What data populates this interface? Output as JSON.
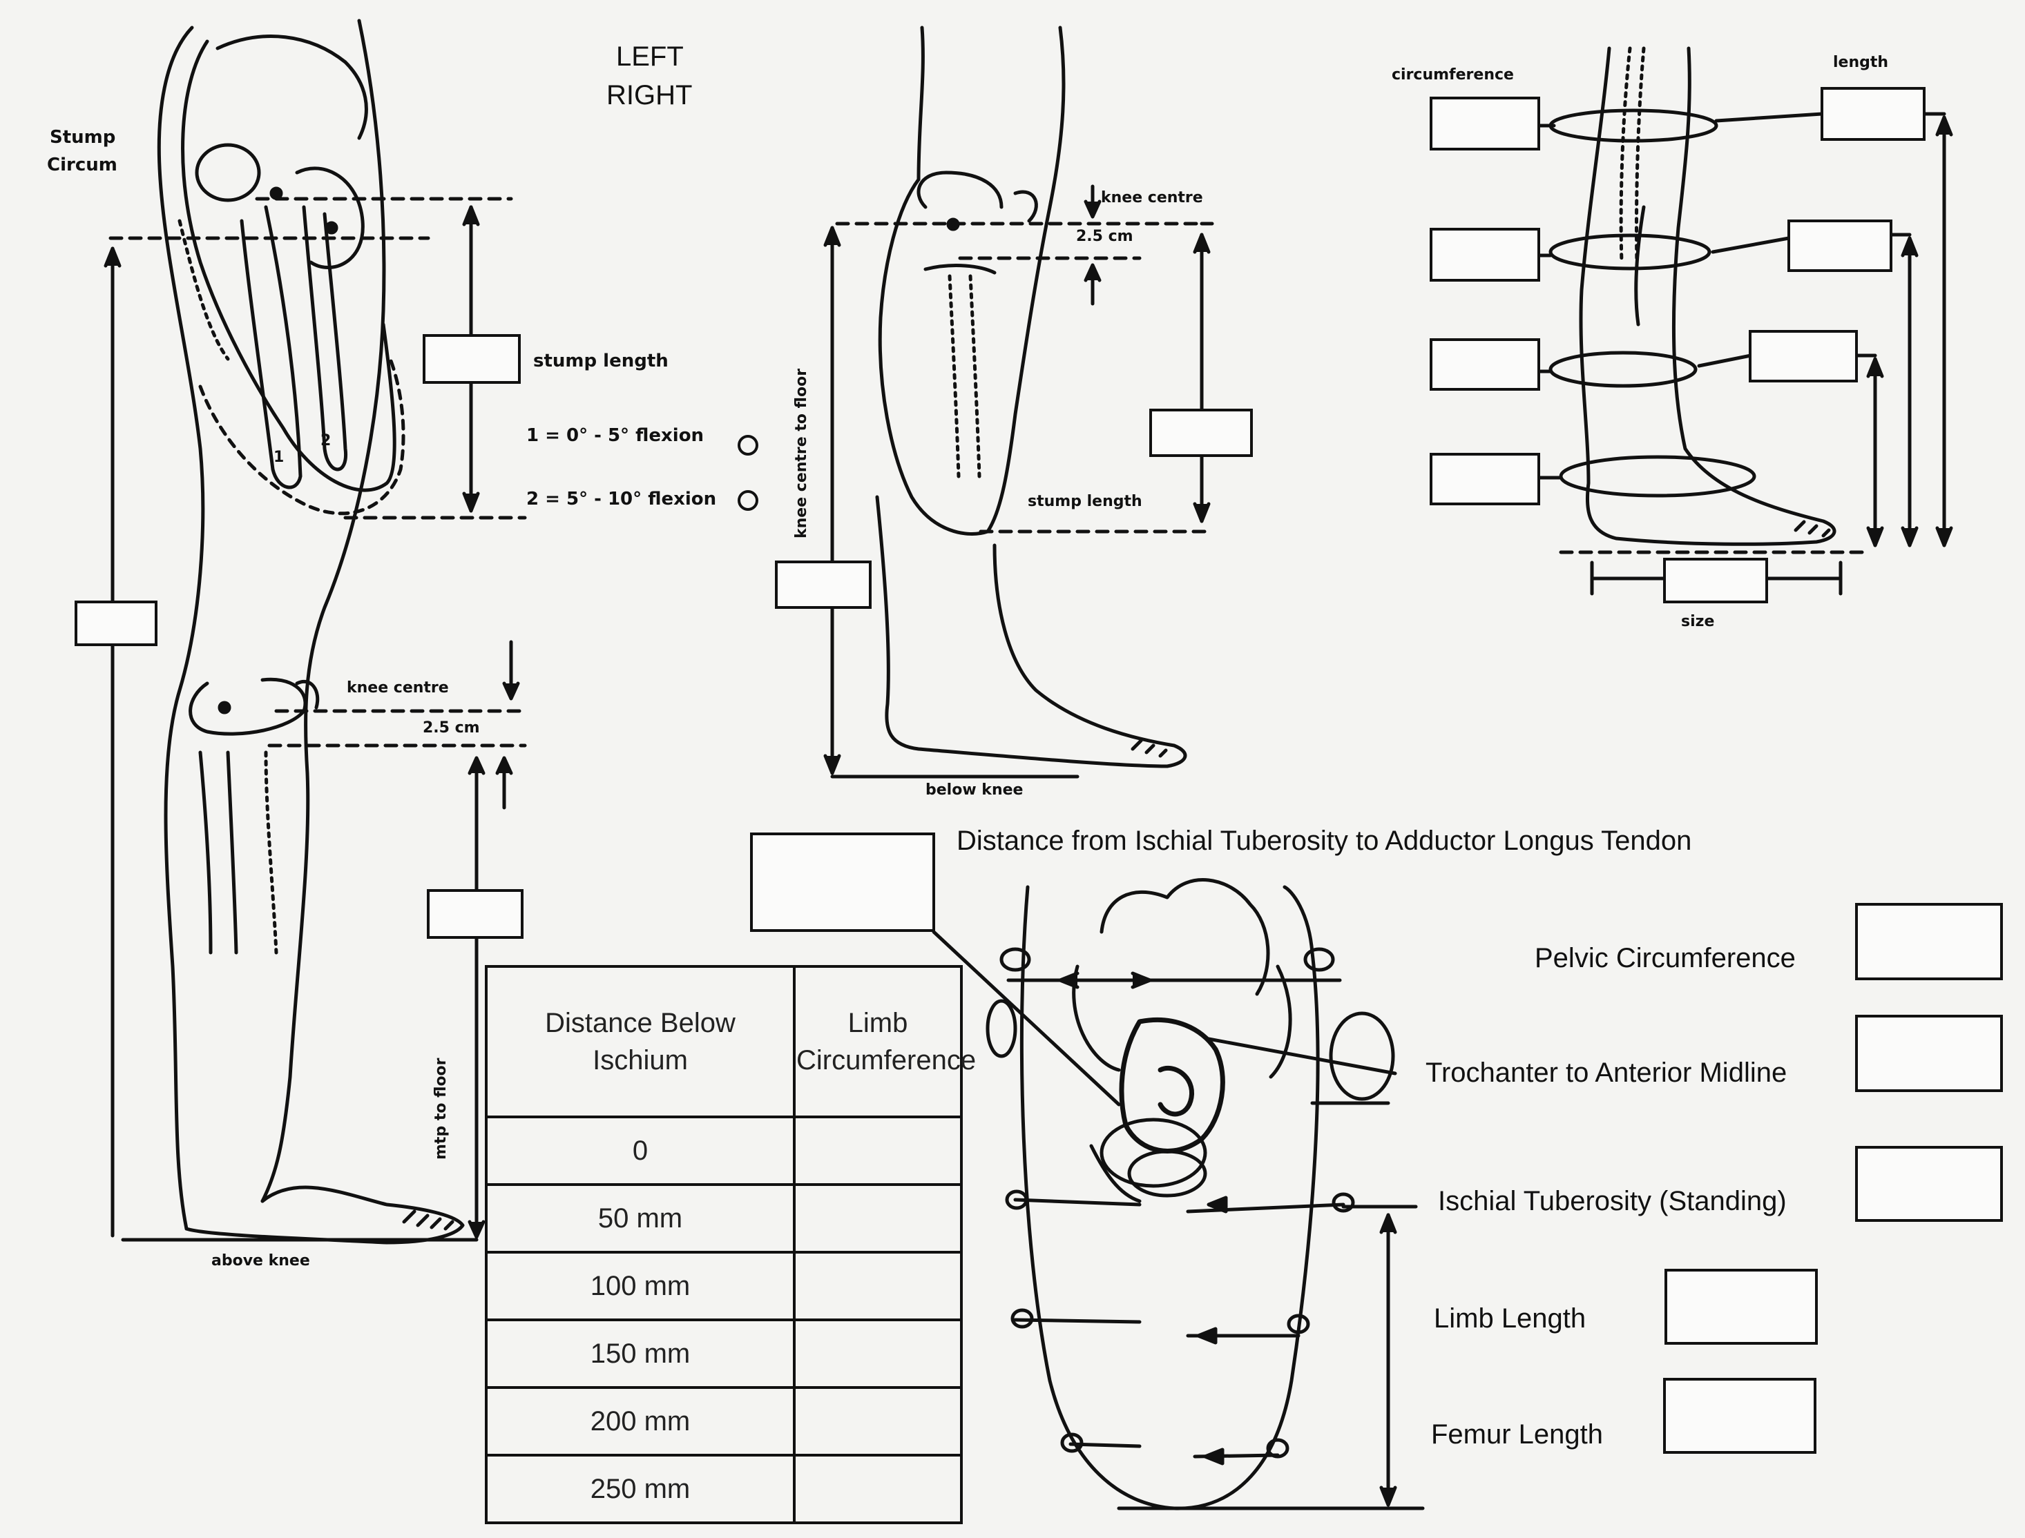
{
  "side_options": [
    "LEFT",
    "RIGHT"
  ],
  "above_knee": {
    "stump_circum": [
      "Stump",
      "Circum"
    ],
    "stump_length": "stump length",
    "flexion_options": [
      "1 = 0° - 5° flexion",
      "2 = 5° - 10° flexion"
    ],
    "knee_centre": "knee centre",
    "offset": "2.5 cm",
    "mtp_to_floor": "mtp to floor",
    "caption": "above knee",
    "bone_labels": [
      "1",
      "2"
    ]
  },
  "below_knee": {
    "knee_centre": "knee centre",
    "offset": "2.5 cm",
    "knee_centre_to_floor": "knee centre to floor",
    "stump_length": "stump length",
    "caption": "below knee"
  },
  "leg_measure": {
    "circumference": "circumference",
    "length": "length",
    "size": "size"
  },
  "ischial": {
    "distance_label": "Distance from Ischial Tuberosity to Adductor  Longus Tendon",
    "fields": [
      "Pelvic Circumference",
      "Trochanter to Anterior Midline",
      "Ischial Tuberosity (Standing)",
      "Limb Length",
      "Femur Length"
    ]
  },
  "table": {
    "headers": [
      "Distance Below Ischium",
      "Limb Circumference"
    ],
    "rows": [
      "0",
      "50 mm",
      "100 mm",
      "150 mm",
      "200 mm",
      "250 mm"
    ]
  }
}
